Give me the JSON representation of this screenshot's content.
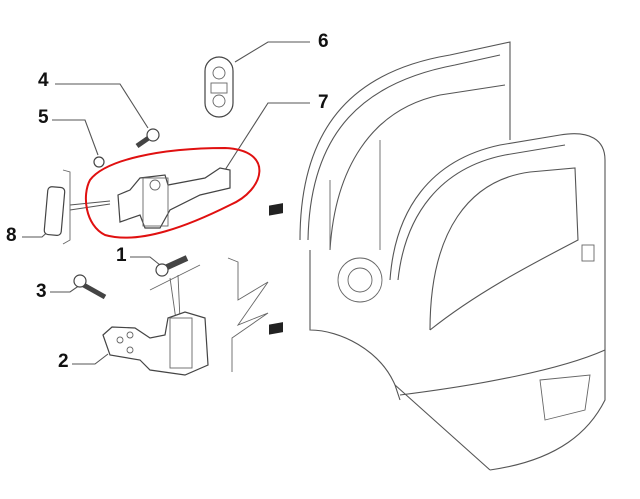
{
  "diagram": {
    "callouts": [
      {
        "number": "1",
        "part": "hinge-bolt"
      },
      {
        "number": "2",
        "part": "door-hinge"
      },
      {
        "number": "3",
        "part": "hinge-screw"
      },
      {
        "number": "4",
        "part": "check-strap-screw"
      },
      {
        "number": "5",
        "part": "nut"
      },
      {
        "number": "6",
        "part": "grommet"
      },
      {
        "number": "7",
        "part": "door-check-strap"
      },
      {
        "number": "8",
        "part": "plate"
      }
    ],
    "highlight_color": "#e01010"
  }
}
